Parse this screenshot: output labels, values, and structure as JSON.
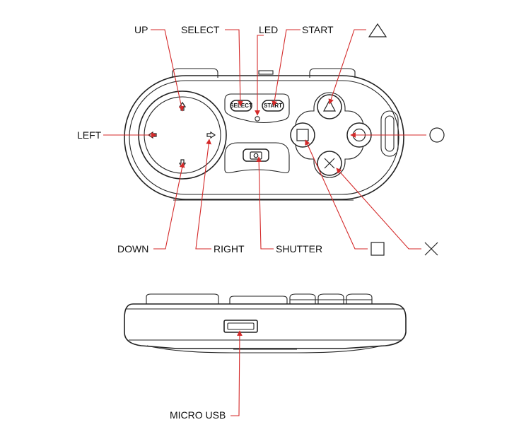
{
  "labels": {
    "up": "UP",
    "select": "SELECT",
    "led": "LED",
    "start": "START",
    "left": "LEFT",
    "down": "DOWN",
    "right": "RIGHT",
    "shutter": "SHUTTER",
    "micro_usb": "MICRO USB"
  },
  "button_text": {
    "select": "SELECT",
    "start": "START"
  },
  "symbols": [
    "triangle",
    "circle",
    "square",
    "cross"
  ],
  "colors": {
    "leader": "#d42a2a",
    "outline": "#222222",
    "text": "#111111"
  }
}
